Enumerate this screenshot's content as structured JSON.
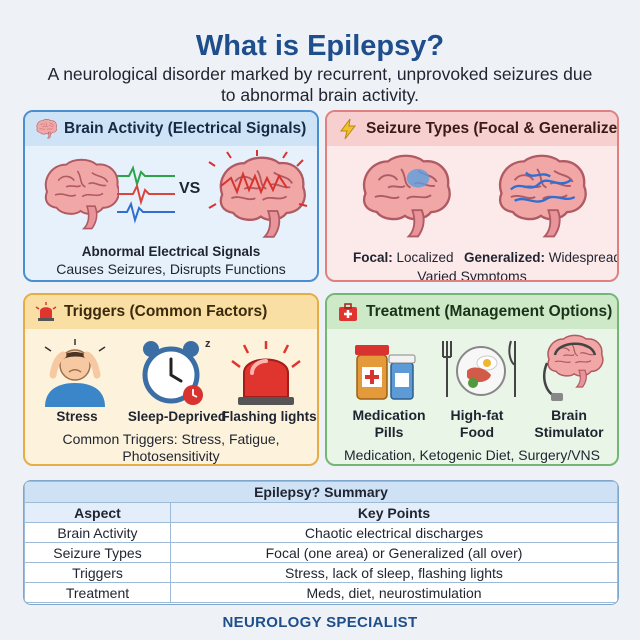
{
  "header": {
    "title": "What is Epilepsy?",
    "subtitle": "A neurological disorder marked by recurrent, unprovoked seizures due to abnormal brain activity."
  },
  "cards": {
    "brain_activity": {
      "title": "Brain Activity (Electrical Signals)",
      "vs_label": "VS",
      "caption_bold": "Abnormal Electrical Signals",
      "caption": "Causes Seizures, Disrupts Functions",
      "icon": "brain-icon"
    },
    "seizure_types": {
      "title": "Seizure Types (Focal & Generalized)",
      "focal_label": "Focal:",
      "focal_desc": "Localized",
      "generalized_label": "Generalized:",
      "generalized_desc": "Widespread",
      "caption": "Varied Symptoms",
      "icon": "lightning-icon"
    },
    "triggers": {
      "title": "Triggers (Common Factors)",
      "items": [
        "Stress",
        "Sleep-Deprived",
        "Flashing lights"
      ],
      "caption_line1": "Common Triggers: Stress, Fatigue,",
      "caption_line2": "Photosensitivity",
      "icon": "siren-icon"
    },
    "treatment": {
      "title": "Treatment (Management Options)",
      "items": [
        {
          "line1": "Medication",
          "line2": "Pills"
        },
        {
          "line1": "High-fat",
          "line2": "Food"
        },
        {
          "line1": "Brain",
          "line2": "Stimulator"
        }
      ],
      "caption": "Medication, Ketogenic Diet, Surgery/VNS",
      "icon": "first-aid-kit-icon"
    }
  },
  "summary": {
    "caption": "Epilepsy? Summary",
    "headers": [
      "Aspect",
      "Key Points"
    ],
    "rows": [
      [
        "Brain Activity",
        "Chaotic electrical discharges"
      ],
      [
        "Seizure Types",
        "Focal (one area) or Generalized (all over)"
      ],
      [
        "Triggers",
        "Stress, lack of sleep, flashing lights"
      ],
      [
        "Treatment",
        "Meds, diet, neurostimulation"
      ]
    ]
  },
  "footer": "NEUROLOGY SPECIALIST",
  "colors": {
    "title": "#1f4e8c",
    "brain_pink": "#f2a7a7",
    "blue_card": "#4a8fcf",
    "red_card": "#e08181",
    "yellow_card": "#e6ad45",
    "green_card": "#74b774"
  }
}
